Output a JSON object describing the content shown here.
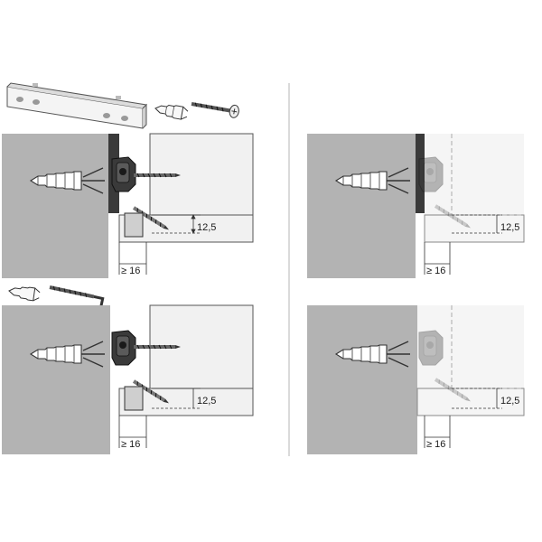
{
  "panels": [
    {
      "id": "top-left",
      "height_label": "12,5",
      "gap_label": "≥ 16"
    },
    {
      "id": "bottom-left",
      "height_label": "12,5",
      "gap_label": "≥ 16"
    },
    {
      "id": "top-right",
      "height_label": "12,5",
      "gap_label": "≥ 16"
    },
    {
      "id": "bottom-right",
      "height_label": "12,5",
      "gap_label": "≥ 16"
    }
  ],
  "colors": {
    "wall": "#b3b3b3",
    "cabinet_fill": "#eeeeee",
    "outline": "#555555",
    "dim_line": "#333333",
    "ghost": "#bdbdbd"
  },
  "icons": [
    "mounting-rail-icon",
    "wall-plug-icon",
    "screw-icon",
    "hook-screw-icon",
    "dowel-icon",
    "cabinet-hanger-icon"
  ]
}
